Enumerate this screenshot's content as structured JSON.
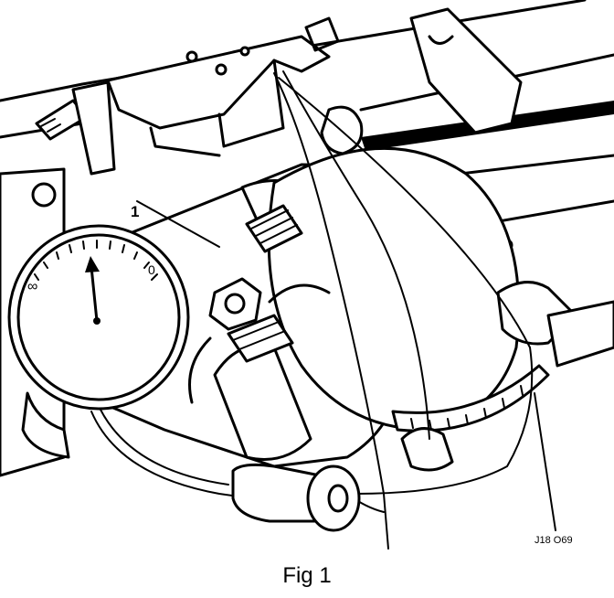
{
  "figure": {
    "callout_number": "1",
    "gauge_label_left": "∞",
    "gauge_label_right": "0",
    "reference_code": "J18 O69",
    "caption": "Fig 1"
  }
}
